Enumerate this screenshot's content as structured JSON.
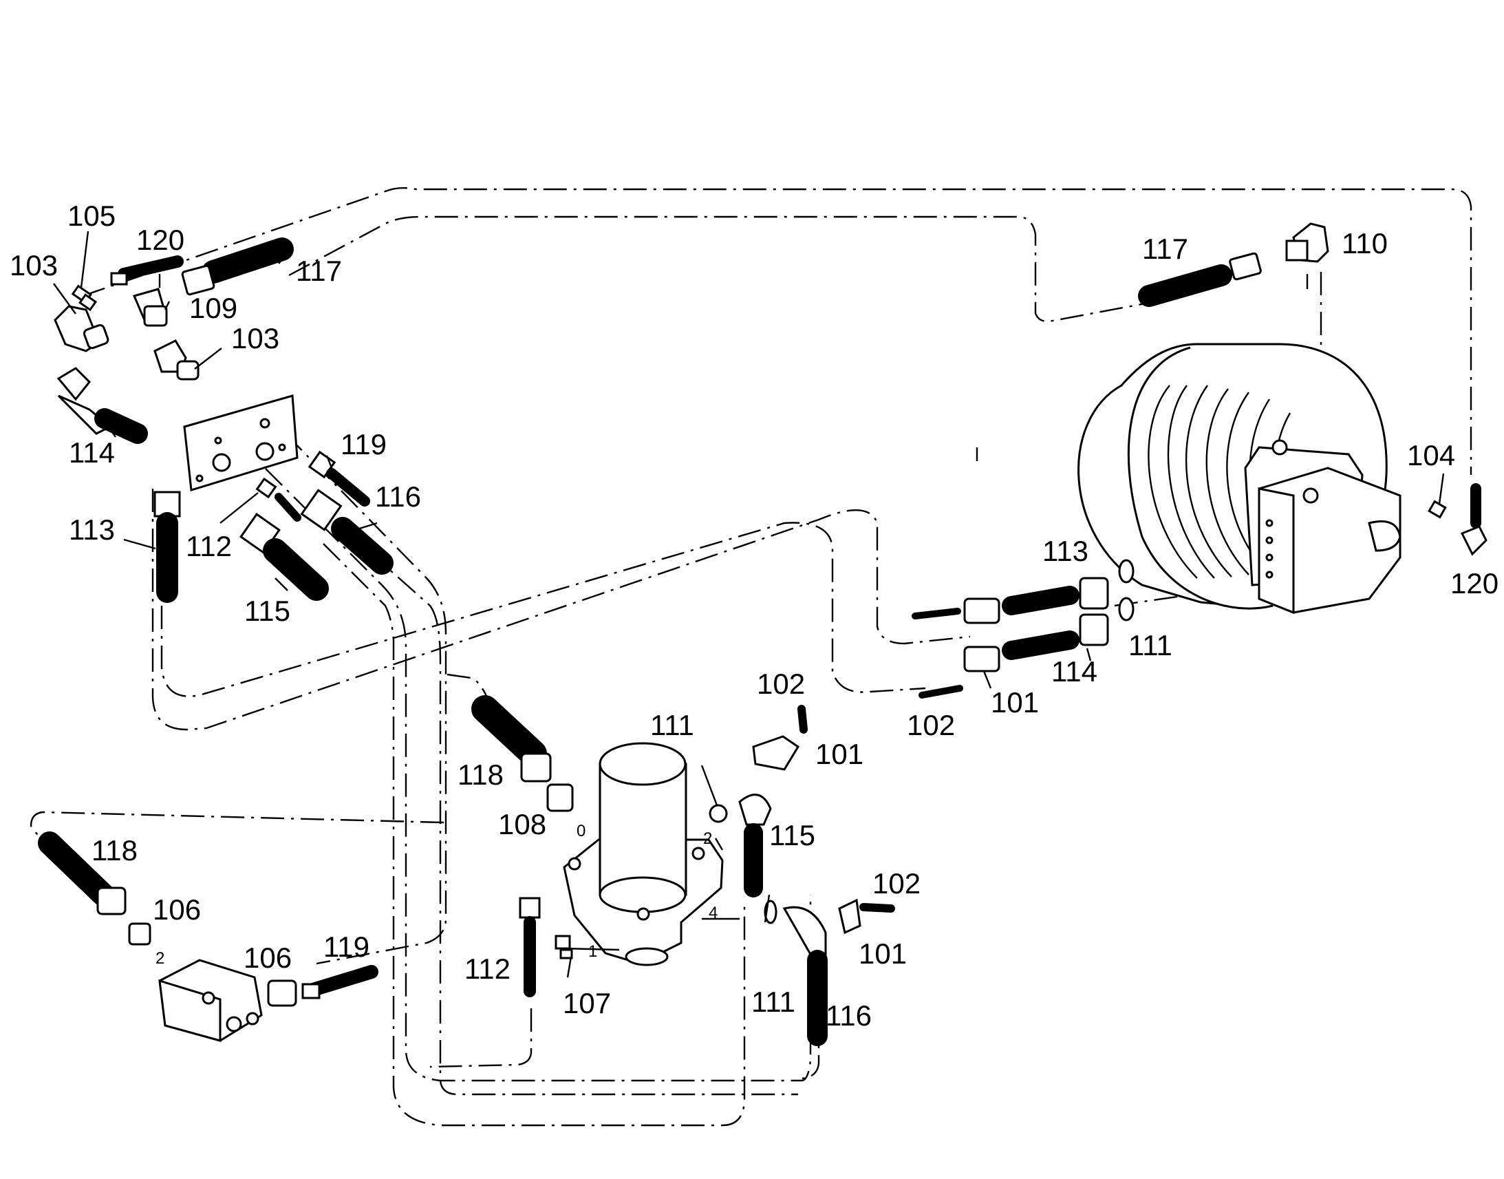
{
  "callouts": [
    {
      "id": "c-105",
      "text": "105"
    },
    {
      "id": "c-120a",
      "text": "120"
    },
    {
      "id": "c-103a",
      "text": "103"
    },
    {
      "id": "c-117a",
      "text": "117"
    },
    {
      "id": "c-109",
      "text": "109"
    },
    {
      "id": "c-103b",
      "text": "103"
    },
    {
      "id": "c-114a",
      "text": "114"
    },
    {
      "id": "c-119a",
      "text": "119"
    },
    {
      "id": "c-116a",
      "text": "116"
    },
    {
      "id": "c-113a",
      "text": "113"
    },
    {
      "id": "c-112a",
      "text": "112"
    },
    {
      "id": "c-115a",
      "text": "115"
    },
    {
      "id": "c-117b",
      "text": "117"
    },
    {
      "id": "c-110",
      "text": "110"
    },
    {
      "id": "c-104",
      "text": "104"
    },
    {
      "id": "c-120b",
      "text": "120"
    },
    {
      "id": "c-113b",
      "text": "113"
    },
    {
      "id": "c-111a",
      "text": "111"
    },
    {
      "id": "c-114b",
      "text": "114"
    },
    {
      "id": "c-101a",
      "text": "101"
    },
    {
      "id": "c-102a",
      "text": "102"
    },
    {
      "id": "c-102b",
      "text": "102"
    },
    {
      "id": "c-101b",
      "text": "101"
    },
    {
      "id": "c-111b",
      "text": "111"
    },
    {
      "id": "c-118a",
      "text": "118"
    },
    {
      "id": "c-108",
      "text": "108"
    },
    {
      "id": "c-115b",
      "text": "115"
    },
    {
      "id": "c-102c",
      "text": "102"
    },
    {
      "id": "c-101c",
      "text": "101"
    },
    {
      "id": "c-118b",
      "text": "118"
    },
    {
      "id": "c-106a",
      "text": "106"
    },
    {
      "id": "c-106b",
      "text": "106"
    },
    {
      "id": "c-119b",
      "text": "119"
    },
    {
      "id": "c-112b",
      "text": "112"
    },
    {
      "id": "c-107",
      "text": "107"
    },
    {
      "id": "c-111c",
      "text": "111"
    },
    {
      "id": "c-116b",
      "text": "116"
    }
  ],
  "port_labels": [
    {
      "id": "p-0",
      "text": "0"
    },
    {
      "id": "p-2a",
      "text": "2"
    },
    {
      "id": "p-4",
      "text": "4"
    },
    {
      "id": "p-1",
      "text": "1"
    },
    {
      "id": "p-2b",
      "text": "2"
    }
  ]
}
